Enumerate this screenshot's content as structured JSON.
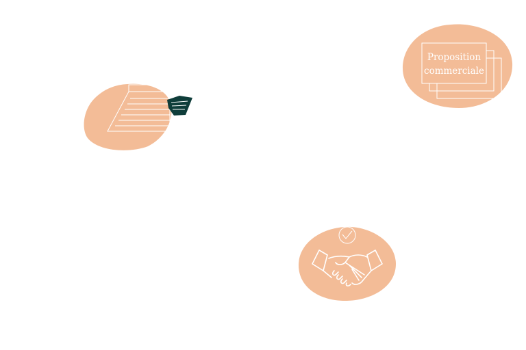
{
  "colors": {
    "blob": "#F3BC97",
    "line": "#FFFFFF",
    "accent": "#0F3D3A",
    "background": "#FFFFFF"
  },
  "illustrations": [
    {
      "id": "document",
      "icon": "document-icon"
    },
    {
      "id": "proposal",
      "icon": "proposal-document-stack-icon",
      "label_line1": "Proposition",
      "label_line2": "commerciale"
    },
    {
      "id": "deal",
      "icon": "handshake-icon",
      "badge_icon": "checkmark-icon"
    }
  ]
}
